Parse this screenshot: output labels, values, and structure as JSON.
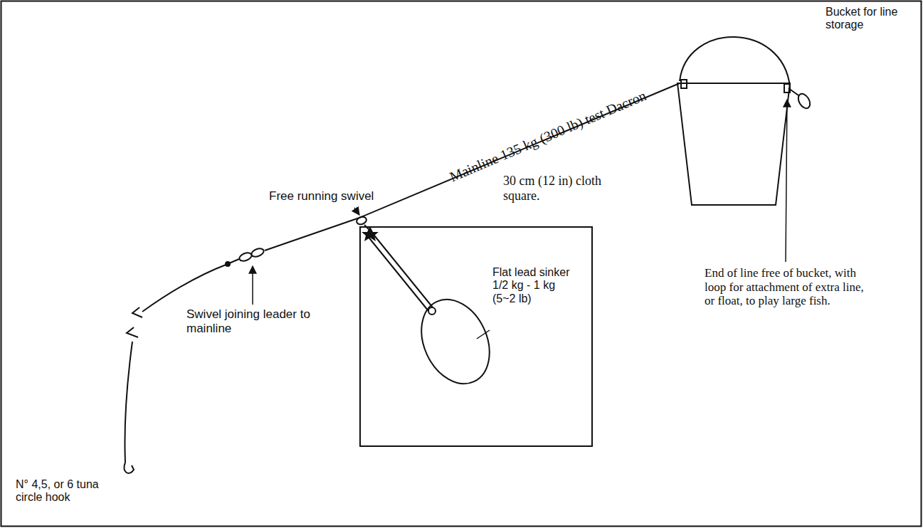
{
  "diagram": {
    "nodes": [
      {
        "text": [
          "30 cm (12 in) cloth square.",
          "Flat lead sinker 1/2 kg - 1 kg (5~2 lb)"
        ]
      }
    ],
    "labels": [
      "Bucket for line storage",
      "Mainline 135 kg (300 lb) test Dacron",
      "Free running swivel",
      "Swivel joining leader to mainline",
      "End of line free of bucket, with loop for attachment of extra line, or float, to play large fish.",
      "N° 4,5, or 6 tuna circle hook"
    ]
  }
}
